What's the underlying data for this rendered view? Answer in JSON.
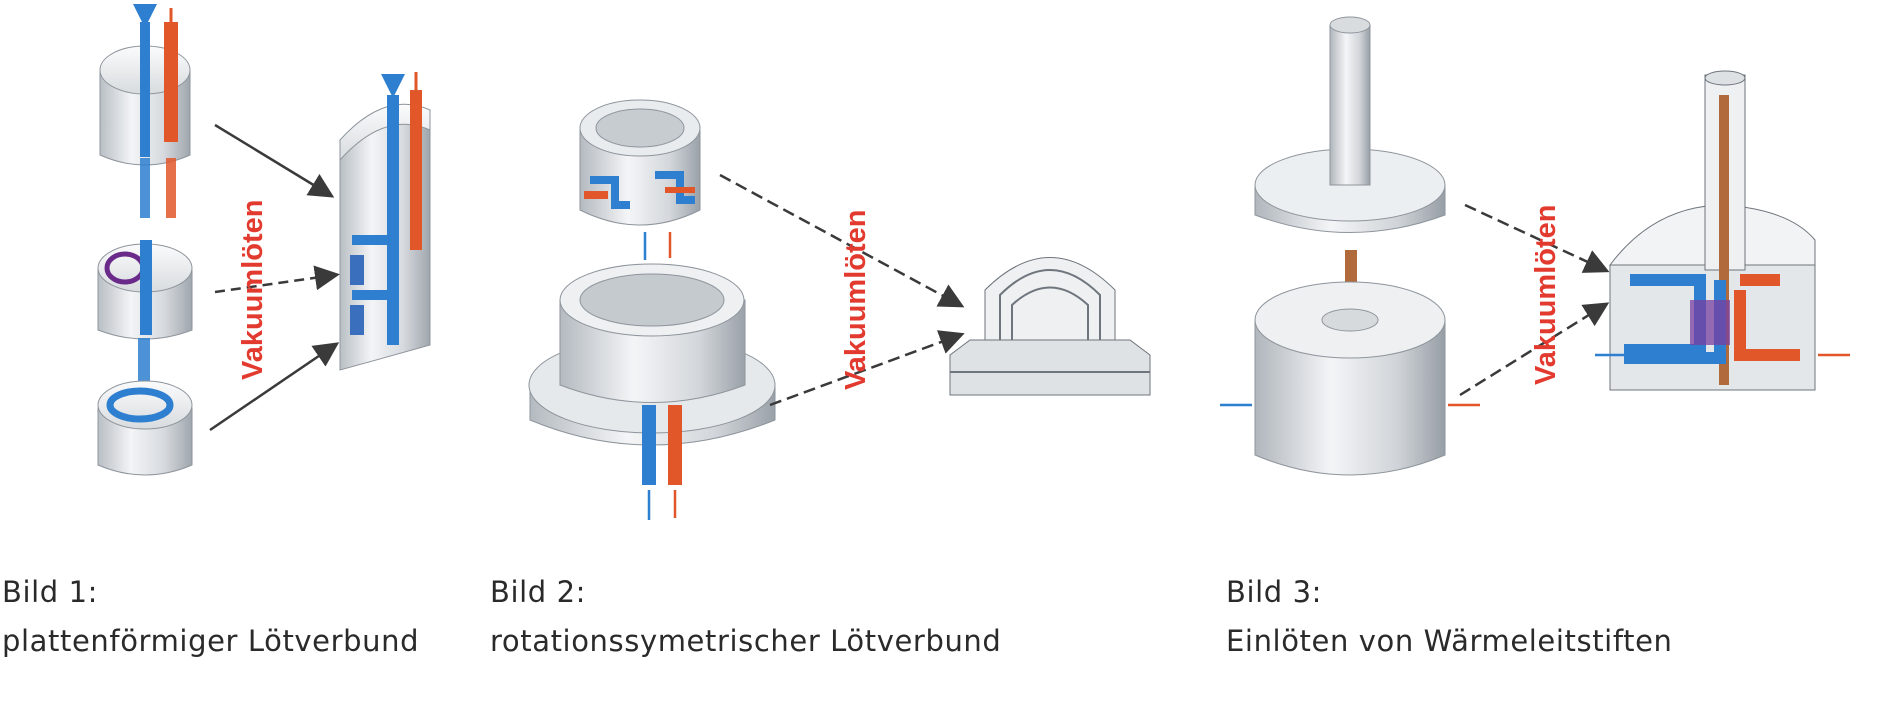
{
  "process_label": "Vakuumlöten",
  "colors": {
    "cool": "#2e7fd0",
    "hot": "#e2572a",
    "label_red": "#e23a2e",
    "metal_light": "#eef0f2",
    "metal_dark": "#a9afb5",
    "arrow": "#3a3a3a",
    "pin": "#b06a3c"
  },
  "figures": [
    {
      "number": "Bild 1:",
      "title": "plattenförmiger Lötverbund",
      "icons": [
        "stacked-plates-icon",
        "brazed-plate-assembly-icon"
      ]
    },
    {
      "number": "Bild 2:",
      "title": "rotationssymetrischer Lötverbund",
      "icons": [
        "ring-insert-icon",
        "flanged-base-icon",
        "rotational-assembly-section-icon"
      ]
    },
    {
      "number": "Bild 3:",
      "title": "Einlöten von Wärmeleitstiften",
      "icons": [
        "pin-disc-icon",
        "cylinder-block-icon",
        "pin-assembly-section-icon"
      ]
    }
  ]
}
